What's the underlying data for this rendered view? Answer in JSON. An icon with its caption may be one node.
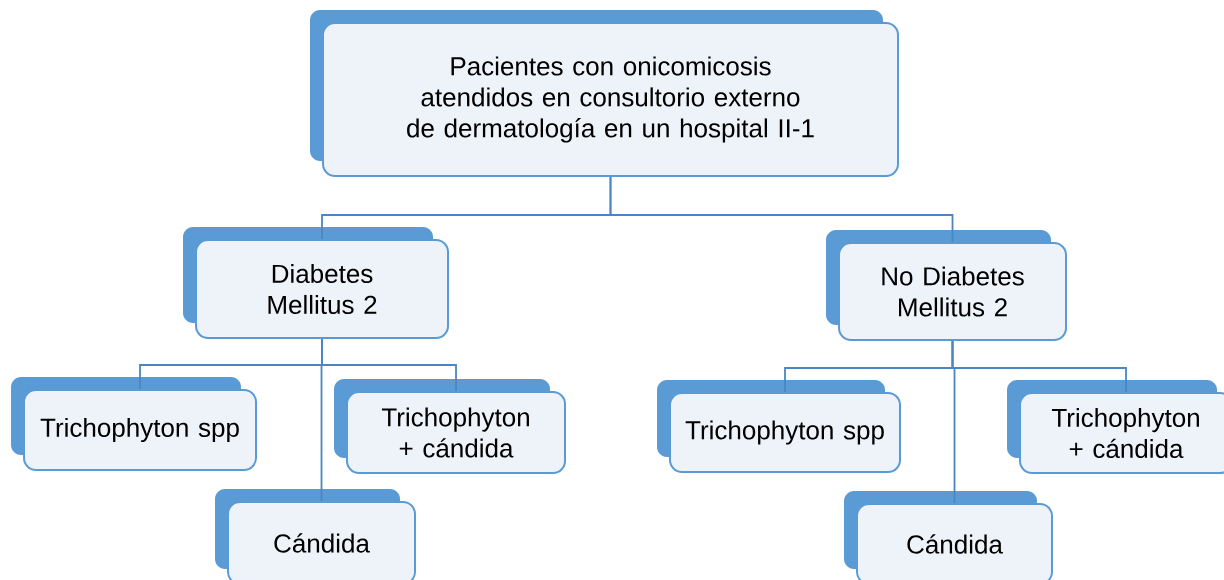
{
  "diagram": {
    "nodes": [
      {
        "text": [
          "Pacientes con onicomicosis atendidos en consultorio externo de dermatología en un hospital II-1"
        ]
      },
      {
        "text": [
          "Diabetes Mellitus 2"
        ]
      },
      {
        "text": [
          "No Diabetes Mellitus 2"
        ]
      },
      {
        "text": [
          "Trichophyton spp"
        ]
      },
      {
        "text": [
          "Trichophyton + cándida"
        ]
      },
      {
        "text": [
          "Cándida"
        ]
      },
      {
        "text": [
          "Trichophyton spp"
        ]
      },
      {
        "text": [
          "Trichophyton + cándida"
        ]
      },
      {
        "text": [
          "Cándida"
        ]
      }
    ],
    "edges": [
      {
        "from": 0,
        "to": 1,
        "arrow": "none"
      },
      {
        "from": 0,
        "to": 2,
        "arrow": "none"
      },
      {
        "from": 1,
        "to": 3,
        "arrow": "none"
      },
      {
        "from": 1,
        "to": 4,
        "arrow": "none"
      },
      {
        "from": 1,
        "to": 5,
        "arrow": "none"
      },
      {
        "from": 2,
        "to": 6,
        "arrow": "none"
      },
      {
        "from": 2,
        "to": 7,
        "arrow": "none"
      },
      {
        "from": 2,
        "to": 8,
        "arrow": "none"
      }
    ]
  }
}
